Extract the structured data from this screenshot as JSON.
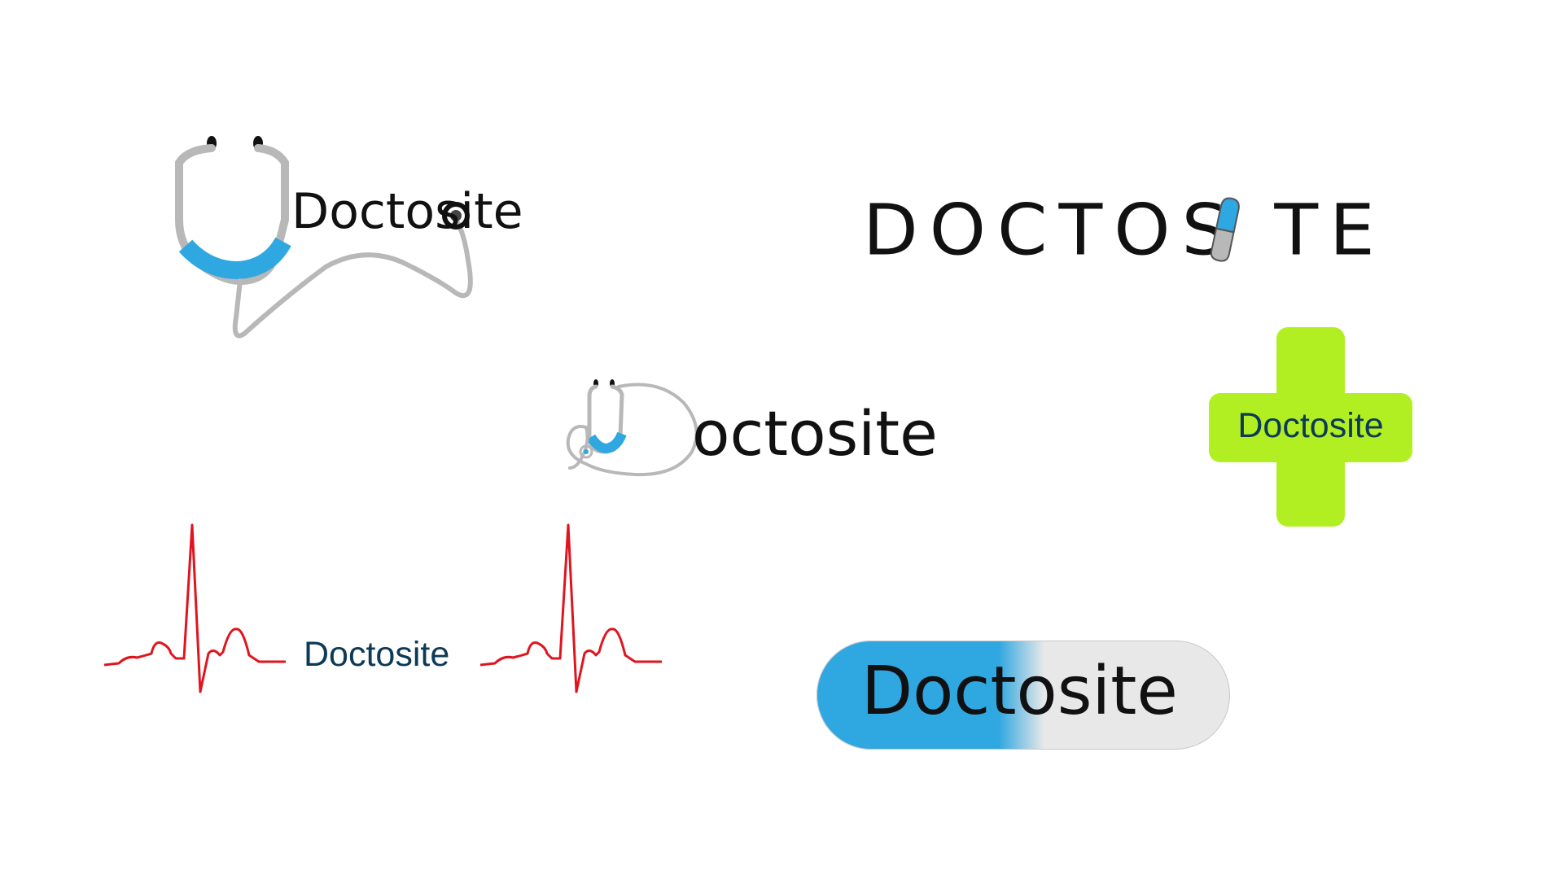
{
  "logos": [
    {
      "id": "stethoscope-doctosite",
      "text": "Doctosite",
      "colors": {
        "tube": "#b8b8b8",
        "accent": "#2fa7e0",
        "text": "#111111"
      }
    },
    {
      "id": "pill-caps-doctosite",
      "text_before": "DOCTOS",
      "text_after": "TE",
      "colors": {
        "pill_top": "#2fa7e0",
        "pill_bottom": "#b8b8b8",
        "text": "#111111"
      }
    },
    {
      "id": "stethoscope-d-doctosite",
      "text": "octosite",
      "colors": {
        "tube": "#b8b8b8",
        "accent": "#2fa7e0",
        "text": "#111111"
      }
    },
    {
      "id": "green-cross-doctosite",
      "text": "Doctosite",
      "colors": {
        "cross": "#b1ef23",
        "text": "#0c3a57"
      }
    },
    {
      "id": "heartbeat-doctosite",
      "text": "Doctosite",
      "colors": {
        "line": "#e0141e",
        "text": "#0c3a57"
      }
    },
    {
      "id": "capsule-doctosite",
      "text": "Doctosite",
      "colors": {
        "capsule_left": "#2fa7e0",
        "capsule_right": "#e8e8e8",
        "text": "#111111"
      }
    }
  ]
}
